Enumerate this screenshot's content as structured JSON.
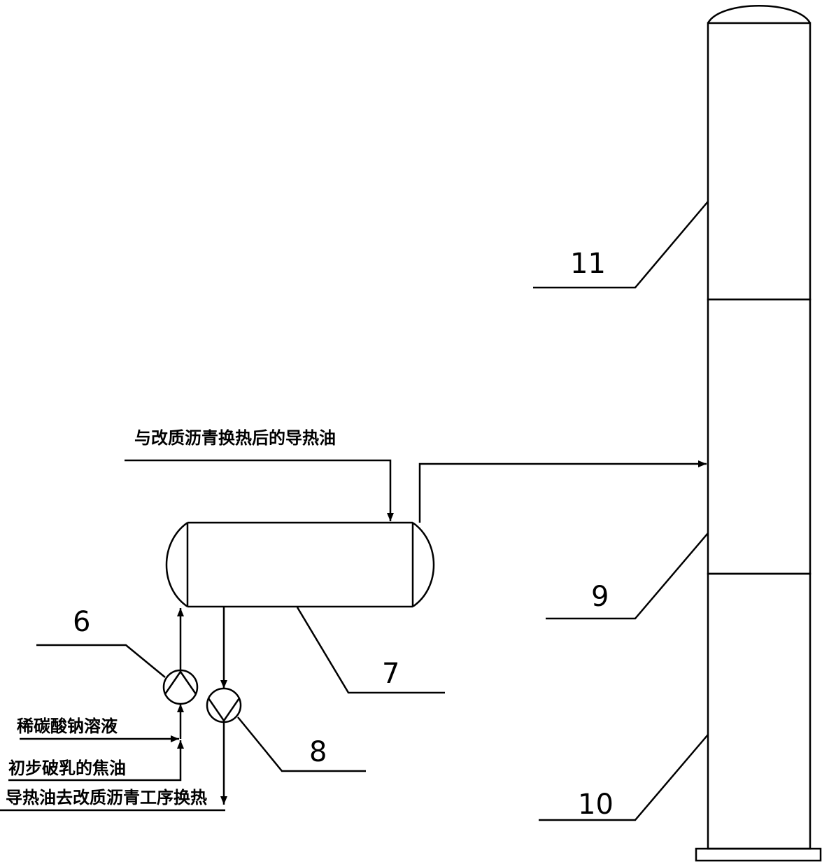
{
  "labels": {
    "n6": "6",
    "n7": "7",
    "n8": "8",
    "n9": "9",
    "n10": "10",
    "n11": "11"
  },
  "streams": {
    "heat_oil_in": "与改质沥青换热后的导热油",
    "soda_solution": "稀碳酸钠溶液",
    "demulsified_tar": "初步破乳的焦油",
    "heat_oil_out": "导热油去改质沥青工序换热"
  }
}
